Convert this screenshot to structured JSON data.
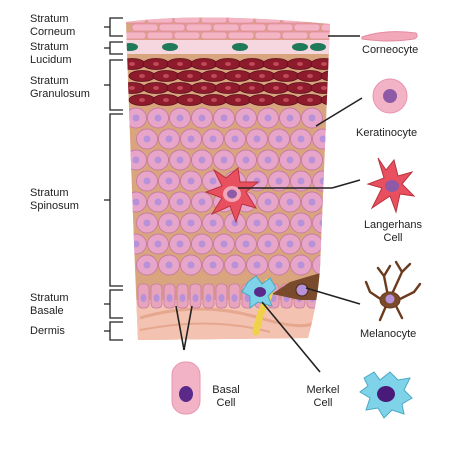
{
  "layers": [
    {
      "line1": "Stratum",
      "line2": "Corneum"
    },
    {
      "line1": "Stratum",
      "line2": "Lucidum"
    },
    {
      "line1": "Stratum",
      "line2": "Granulosum"
    },
    {
      "line1": "Stratum",
      "line2": "Spinosum"
    },
    {
      "line1": "Stratum",
      "line2": "Basale"
    },
    {
      "line1": "Dermis",
      "line2": ""
    }
  ],
  "cells": {
    "corneocyte": {
      "line1": "Corneocyte",
      "line2": ""
    },
    "keratinocyte": {
      "line1": "Keratinocyte",
      "line2": ""
    },
    "langerhans": {
      "line1": "Langerhans",
      "line2": "Cell"
    },
    "melanocyte": {
      "line1": "Melanocyte",
      "line2": ""
    },
    "merkel": {
      "line1": "Merkel",
      "line2": "Cell"
    },
    "basal": {
      "line1": "Basal",
      "line2": "Cell"
    }
  },
  "colors": {
    "corneum": "#f3b4c4",
    "lucidum": "#1f7a5c",
    "granulosum": "#8e1b2c",
    "spinosum_cell": "#e7a6c9",
    "nucleus": "#b792d8",
    "langerhans": "#e8505f",
    "melanocyte": "#7a4a2c",
    "merkel": "#7fd3e8",
    "dermis": "#f3c2b0"
  }
}
